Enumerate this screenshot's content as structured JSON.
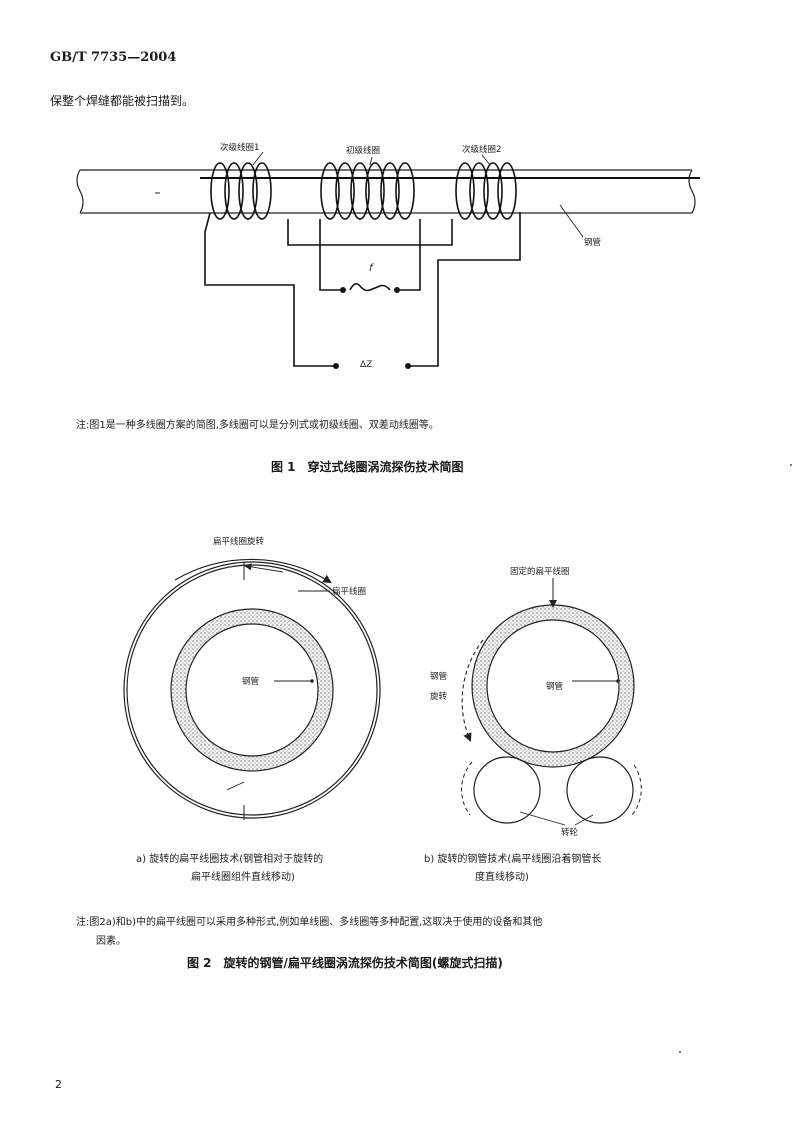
{
  "header": {
    "standard_no": "GB/T 7735—2004"
  },
  "intro_text": "保整个焊缝都能被扫描到。",
  "figure1": {
    "label_aux_coil_1": "次级线圈1",
    "label_primary_coil": "初级线圈",
    "label_aux_coil_2": "次级线圈2",
    "label_pipe": "钢管",
    "label_f": "f",
    "label_delta_z": "ΔZ",
    "note": "注:图1是一种多线圈方案的简图,多线圈可以是分列式或初级线圈、双差动线圈等。",
    "caption": "图 1　穿过式线圈涡流探伤技术简图"
  },
  "figure2": {
    "a_label_rotation": "扁平线圈旋转",
    "a_label_flat_coil": "扁平线圈",
    "a_label_pipe": "钢管",
    "b_label_fixed_coil": "固定的扁平线圈",
    "b_label_pipe_rot_1": "钢管",
    "b_label_pipe_rot_2": "旋转",
    "b_label_pipe": "钢管",
    "b_label_roller": "转轮",
    "sub_a_line1": "a) 旋转的扁平线圈技术(钢管相对于旋转的",
    "sub_a_line2": "扁平线圈组件直线移动)",
    "sub_b_line1": "b) 旋转的钢管技术(扁平线圈沿着钢管长",
    "sub_b_line2": "度直线移动)",
    "note_line1": "注:图2a)和b)中的扁平线圈可以采用多种形式,例如单线圈、多线圈等多种配置,这取决于使用的设备和其他",
    "note_line2": "因素。",
    "caption": "图 2　旋转的钢管/扁平线圈涡流探伤技术简图(螺旋式扫描)"
  },
  "page_number": "2"
}
